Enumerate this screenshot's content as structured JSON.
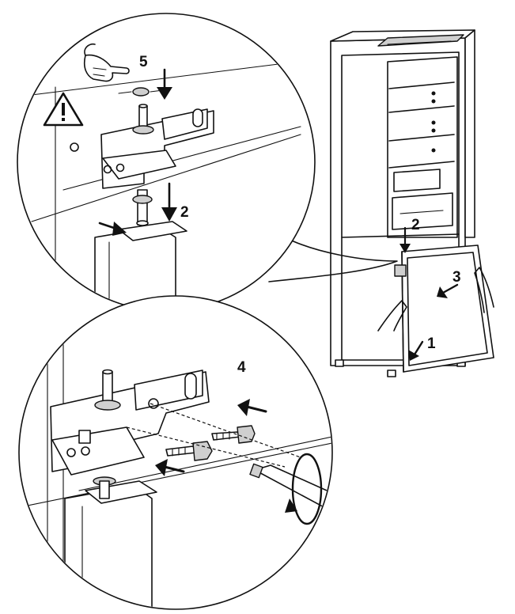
{
  "figure": {
    "step_labels": {
      "door_lift": "1",
      "remove_pin_top": "2",
      "remove_pin_upper": "2",
      "door_slide": "3",
      "hinge_screws": "4",
      "cover_plug": "5"
    },
    "icons": {
      "warning": "warning-triangle-icon",
      "hand": "pointing-hand-icon",
      "rotate": "rotate-arrow-icon"
    },
    "colors": {
      "line": "#111111",
      "background": "#ffffff",
      "shade": "#cfcfcf"
    }
  }
}
